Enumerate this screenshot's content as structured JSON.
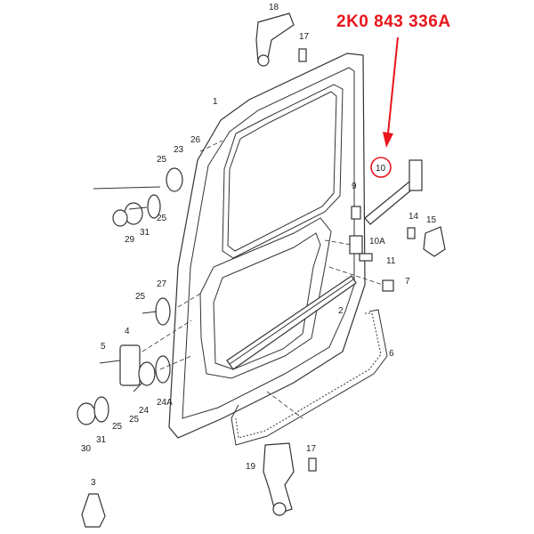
{
  "part_number": "2K0 843 336A",
  "highlight_color": "#e8151b",
  "highlighted_label": "10",
  "labels": {
    "l18": "18",
    "l17a": "17",
    "l1": "1",
    "l26": "26",
    "l23": "23",
    "l25a": "25",
    "l25b": "25",
    "l29": "29",
    "l31a": "31",
    "l10": "10",
    "l9": "9",
    "l14": "14",
    "l15": "15",
    "l10A": "10A",
    "l11": "11",
    "l7": "7",
    "l27": "27",
    "l25c": "25",
    "l2": "2",
    "l5": "5",
    "l4": "4",
    "l6": "6",
    "l25d": "25",
    "l24": "24",
    "l24A": "24A",
    "l25e": "25",
    "l30": "30",
    "l31b": "31",
    "l17b": "17",
    "l19": "19",
    "l3": "3"
  }
}
